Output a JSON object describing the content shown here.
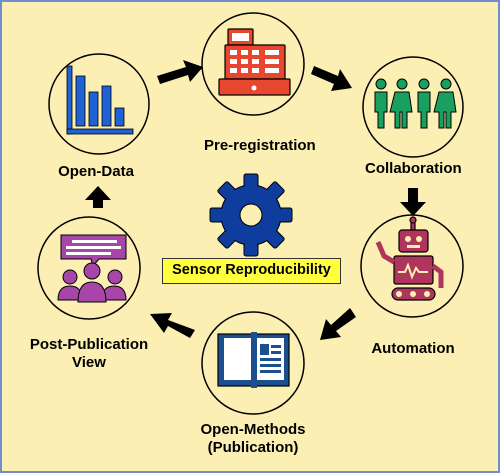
{
  "diagram": {
    "center_label": "Sensor Reproducibility",
    "nodes": [
      {
        "id": "pre-registration",
        "label": "Pre-registration",
        "icon": "cash-register-icon"
      },
      {
        "id": "collaboration",
        "label": "Collaboration",
        "icon": "people-group-icon"
      },
      {
        "id": "automation",
        "label": "Automation",
        "icon": "robot-icon"
      },
      {
        "id": "open-methods",
        "label": "Open-Methods",
        "label2": "(Publication)",
        "icon": "open-book-icon"
      },
      {
        "id": "post-publication",
        "label": "Post-Publication",
        "label2": "View",
        "icon": "discussion-group-icon"
      },
      {
        "id": "open-data",
        "label": "Open-Data",
        "icon": "bar-chart-icon"
      }
    ],
    "colors": {
      "background": "#fcefb4",
      "border": "#6f8fcc",
      "gear": "#0f3d9e",
      "register": "#e8472f",
      "people": "#19a060",
      "robot": "#b0355c",
      "book": "#1b4f8f",
      "chat": "#a845a8",
      "bars": "#1f62d6",
      "label_bg": "#ffff40"
    }
  }
}
